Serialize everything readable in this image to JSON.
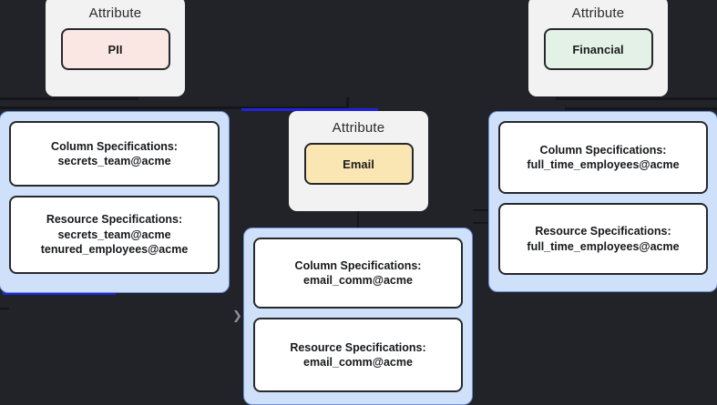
{
  "theme": {
    "background": "#212328",
    "attribute_card_bg": "#f2f2f2",
    "spec_group_bg": "#cfe0fb",
    "spec_group_border": "#6f8fd0",
    "spec_box_bg": "#ffffff",
    "spec_box_border": "#26282c",
    "edge_color": "#15161a",
    "edge_highlight_color": "#2222dd",
    "chip_pii_bg": "#fae7e3",
    "chip_financial_bg": "#e4f1e6",
    "chip_email_bg": "#fae6b3"
  },
  "attributes": [
    {
      "title": "Attribute",
      "chip_label": "PII"
    },
    {
      "title": "Attribute",
      "chip_label": "Financial"
    },
    {
      "title": "Attribute",
      "chip_label": "Email"
    }
  ],
  "spec_groups": [
    {
      "boxes": [
        {
          "heading": "Column Specifications:",
          "items": [
            "secrets_team@acme"
          ]
        },
        {
          "heading": "Resource Specifications:",
          "items": [
            "secrets_team@acme",
            "tenured_employees@acme"
          ]
        }
      ]
    },
    {
      "boxes": [
        {
          "heading": "Column Specifications:",
          "items": [
            "full_time_employees@acme"
          ]
        },
        {
          "heading": "Resource Specifications:",
          "items": [
            "full_time_employees@acme"
          ]
        }
      ]
    },
    {
      "boxes": [
        {
          "heading": "Column Specifications:",
          "items": [
            "email_comm@acme"
          ]
        },
        {
          "heading": "Resource Specifications:",
          "items": [
            "email_comm@acme"
          ]
        }
      ]
    }
  ],
  "markers": {
    "collapse_chevron": "❯"
  }
}
